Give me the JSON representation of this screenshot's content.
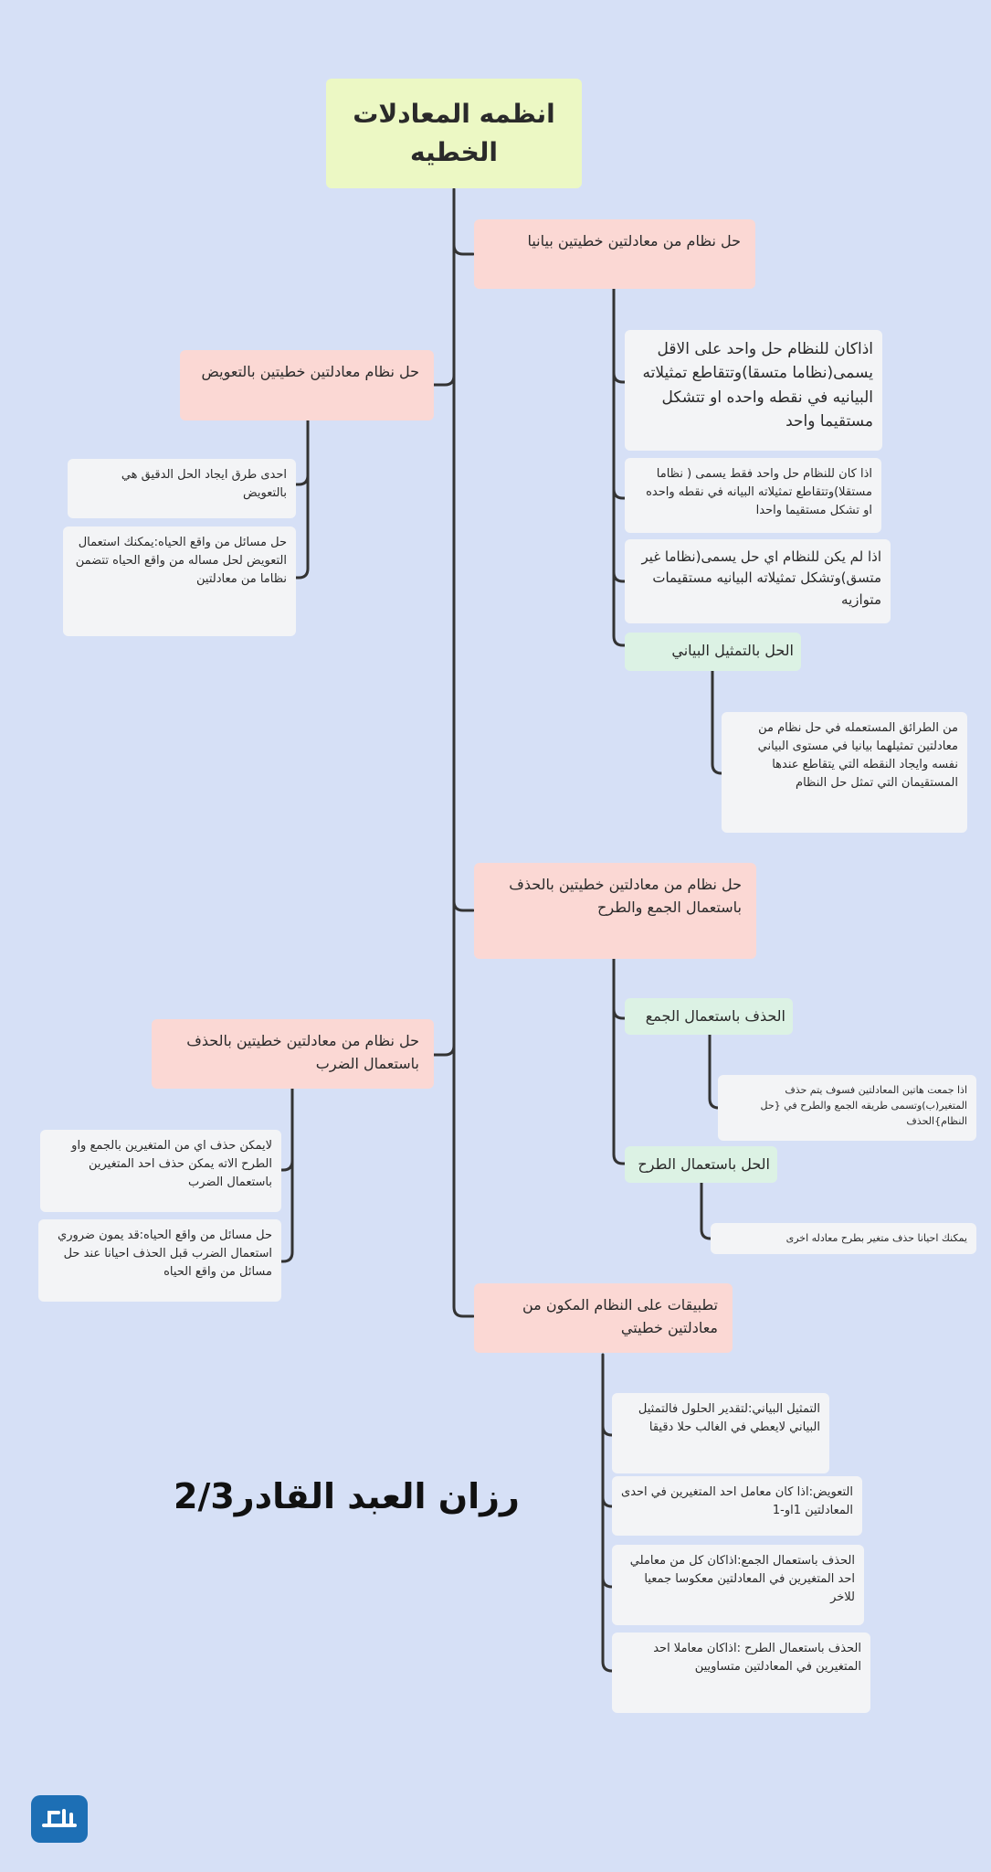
{
  "root": "انظمه المعادلات الخطيه",
  "branches": {
    "graph": "حل نظام من معادلتين خطيتين بيانيا",
    "substitution": "حل نظام معادلتين خطيتين بالتعويض",
    "elim_add_sub": "حل نظام من معادلتين خطيتين بالحذف باستعمال الجمع والطرح",
    "elim_mult": "حل نظام من معادلتين خطيتين بالحذف باستعمال الضرب",
    "applications": "تطبيقات على النظام المكون من معادلتين خطيتي"
  },
  "graph_leaves": [
    "اذاكان للنظام حل واحد على الاقل يسمى(نظاما متسقا)وتتقاطع تمثيلاته البيانيه في نقطه واحده او تتشكل مستقيما واحد",
    "اذا كان للنظام حل واحد فقط يسمى ( نظاما مستقلا)وتتقاطع تمثيلاته البيانه في نقطه واحده او تشكل مستقيما واحدا",
    "اذا لم يكن للنظام اي حل يسمى(نظاما غير متسق)وتشكل تمثيلاته البيانيه مستقيمات متوازيه"
  ],
  "graph_solution": {
    "label": "الحل بالتمثيل البياني",
    "detail": "من الطرائق المستعمله في حل نظام من معادلتين تمثيلهما بيانيا في مستوى البياني نفسه وايجاد النقطه التي يتقاطع عندها المستقيمان التي تمثل حل النظام"
  },
  "substitution_leaves": [
    "احدى طرق ايجاد الحل الدقيق هي بالتعويض",
    "حل مسائل من واقع الحياه:يمكنك استعمال التعويض لحل مساله من واقع الحياه تتضمن نظاما من معادلتين"
  ],
  "elim_add": {
    "label": "الحذف باستعمال الجمع",
    "detail": "اذا جمعت هاتين المعادلتين فسوف يتم حذف المتغير(ب)وتسمى طريقه الجمع والطرح في {حل النظام}الحذف"
  },
  "elim_sub": {
    "label": "الحل باستعمال الطرح",
    "detail": "يمكنك احيانا حذف متغير بطرح معادله اخرى"
  },
  "mult_leaves": [
    "لايمكن حذف اي من المتغيرين بالجمع واو الطرح الاته يمكن حذف احد المتغيرين باستعمال الضرب",
    "حل مسائل من واقع الحياه:قد يمون ضروري استعمال الضرب قبل الحذف احيانا عند حل مسائل من واقع الحياه"
  ],
  "app_leaves": [
    "التمثيل البياني:لتقدير الحلول فالتمثيل البياني لايعطي في الغالب حلا دقيقا",
    "التعويض:اذا كان معامل احد المتغيرين في احدى المعادلتين 1او-1",
    "الحذف باستعمال الجمع:اذاكان كل من معاملي احد المتغيرين في المعادلتين معكوسا جمعيا للاخر",
    "الحذف باستعمال الطرح :اذاكان معاملا احد المتغيرين في المعادلتين متساويين"
  ],
  "author": "رزان العبد القادر2/3",
  "colors": {
    "background": "#d6e0f6",
    "root": "#ecf8c4",
    "branch": "#fbd8d4",
    "leaf": "#f3f4f6",
    "green": "#dcf2e4",
    "connector": "#333333"
  },
  "logo_icon": "site-logo-icon"
}
